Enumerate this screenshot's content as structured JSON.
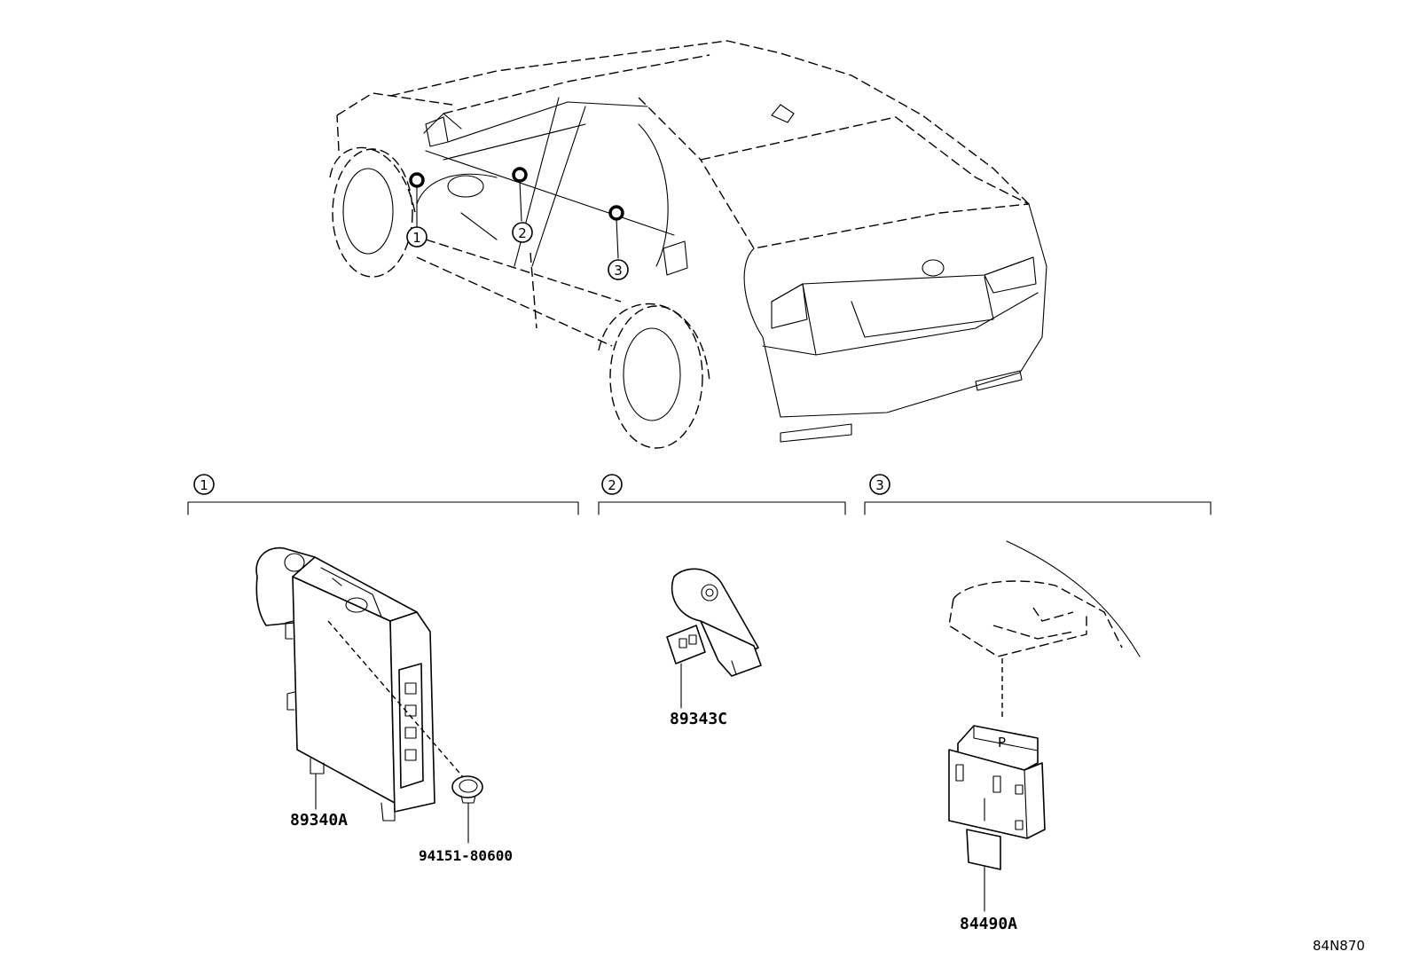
{
  "callouts": [
    {
      "id": "1",
      "symbol": "①",
      "label": "1"
    },
    {
      "id": "2",
      "symbol": "②",
      "label": "2"
    },
    {
      "id": "3",
      "symbol": "③",
      "label": "3"
    }
  ],
  "parts": {
    "computer_assy": "89340A",
    "clip": "94151-80600",
    "sensor": "89343C",
    "switch": "84490A"
  },
  "diagram_ref": "84N870",
  "switch_button_text": "P"
}
